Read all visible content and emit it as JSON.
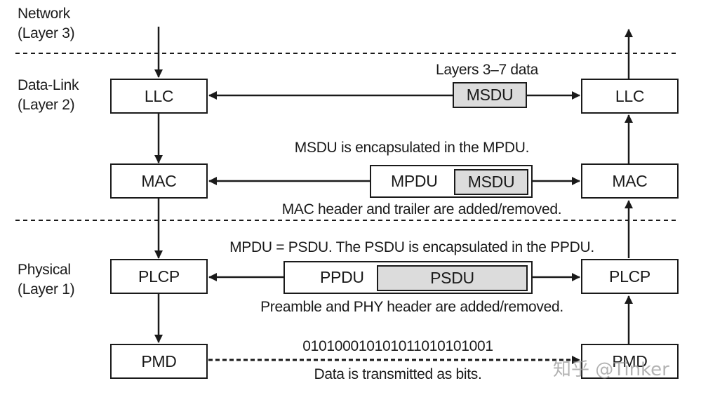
{
  "layers": {
    "network": [
      "Network",
      "(Layer 3)"
    ],
    "data_link": [
      "Data-Link",
      "(Layer 2)"
    ],
    "physical": [
      "Physical",
      "(Layer 1)"
    ]
  },
  "stack": {
    "llc": "LLC",
    "mac": "MAC",
    "plcp": "PLCP",
    "pmd": "PMD"
  },
  "units": {
    "msdu": "MSDU",
    "mpdu": "MPDU",
    "ppdu": "PPDU",
    "psdu": "PSDU"
  },
  "annotations": {
    "llc_caption": "Layers 3–7 data",
    "mac_caption_top": "MSDU is encapsulated in the MPDU.",
    "mac_caption_bottom": "MAC header and trailer are added/removed.",
    "plcp_caption_top": "MPDU = PSDU. The PSDU is encapsulated in the PPDU.",
    "plcp_caption_bottom": "Preamble and PHY header are added/removed.",
    "pmd_bits": "0101000101010110101010​01",
    "pmd_caption": "Data is transmitted as bits."
  },
  "watermark": "知乎 @Tinker"
}
